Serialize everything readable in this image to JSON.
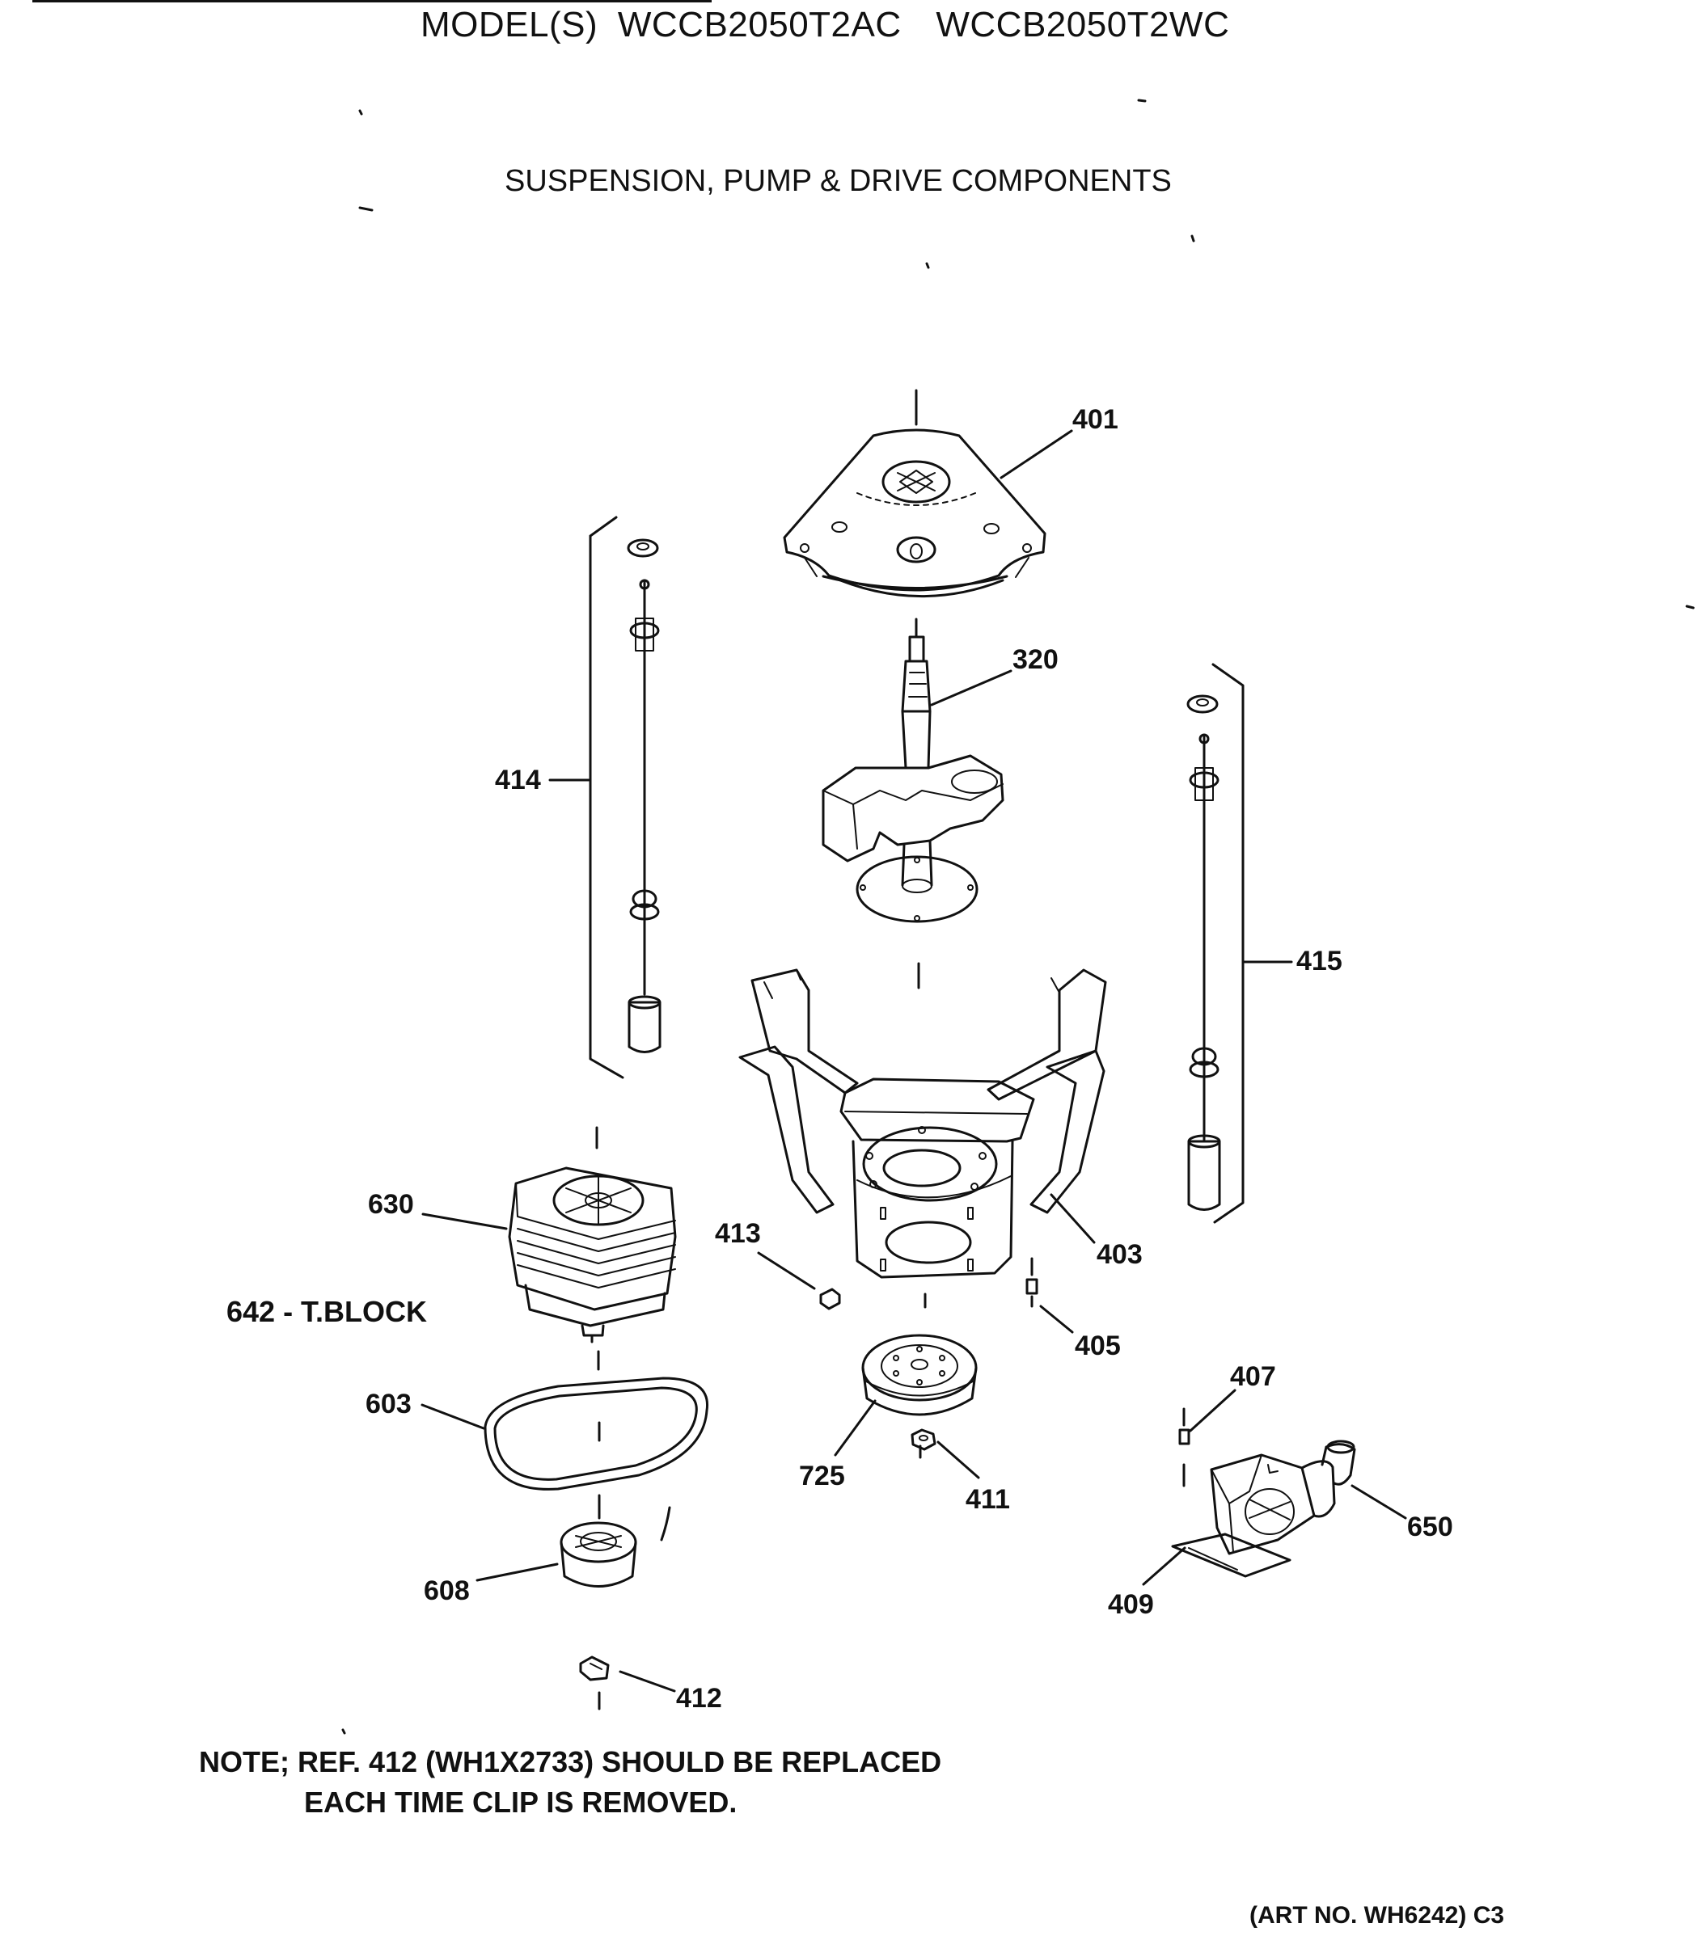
{
  "header": {
    "models_label": "MODEL(S)",
    "model_1": "WCCB2050T2AC",
    "model_2": "WCCB2050T2WC",
    "section_title": "SUSPENSION, PUMP & DRIVE COMPONENTS"
  },
  "callouts": {
    "c401": "401",
    "c320": "320",
    "c414": "414",
    "c415": "415",
    "c630": "630",
    "c413": "413",
    "c403": "403",
    "c405": "405",
    "c407": "407",
    "c603": "603",
    "c725": "725",
    "c411": "411",
    "c650": "650",
    "c608": "608",
    "c409": "409",
    "c412": "412"
  },
  "terminal_block_label": "642 - T.BLOCK",
  "note": {
    "line1": "NOTE; REF. 412 (WH1X2733) SHOULD BE REPLACED",
    "line2": "EACH TIME CLIP IS REMOVED."
  },
  "art_number": "(ART NO. WH6242) C3"
}
